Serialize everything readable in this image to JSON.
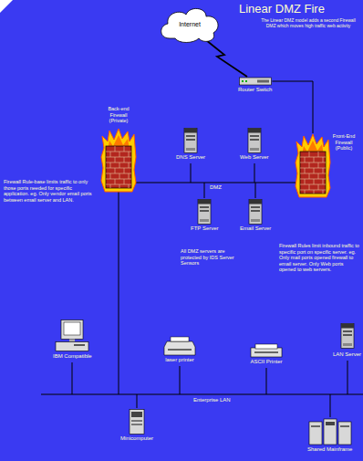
{
  "diagram": {
    "title": "Linear DMZ Fire",
    "nodes": [
      {
        "text": [
          "Internet"
        ]
      },
      {
        "text": [
          "Router Switch"
        ]
      },
      {
        "text": [
          "Back-end Firewall (Private)"
        ]
      },
      {
        "text": [
          "DNS Server"
        ]
      },
      {
        "text": [
          "Web Server"
        ]
      },
      {
        "text": [
          "Front-End Firewall (Public)"
        ]
      },
      {
        "text": [
          "FTP Server"
        ]
      },
      {
        "text": [
          "Email Server"
        ]
      },
      {
        "text": [
          "IBM Compatible"
        ]
      },
      {
        "text": [
          "laser printer"
        ]
      },
      {
        "text": [
          "ASCII Printer"
        ]
      },
      {
        "text": [
          "LAN Server"
        ]
      },
      {
        "text": [
          "Minicomputer"
        ]
      },
      {
        "text": [
          "Shared Mainframe"
        ]
      }
    ],
    "edges": [
      {
        "from": 0,
        "to": 1,
        "arrow": "none"
      },
      {
        "from": 1,
        "to": 5,
        "arrow": "none"
      },
      {
        "from": 2,
        "to": 5,
        "label": "DMZ",
        "arrow": "none"
      }
    ],
    "labels": [
      "The Linear DMZ model adds a second Firewall DMZ which moves high traffic web activity",
      "Firewall Rule-base limits traffic to only those ports needed for specific application. eg. Only vendor email ports between email server and LAN.",
      "All DMZ servers are protected by IDS Server Sensors",
      "Firewall Rules limit inbound traffic to specific port on specific server. eg. Only mail ports opened firewall to email server. Only Web ports opened to web servers.",
      "Enterprise LAN"
    ]
  }
}
